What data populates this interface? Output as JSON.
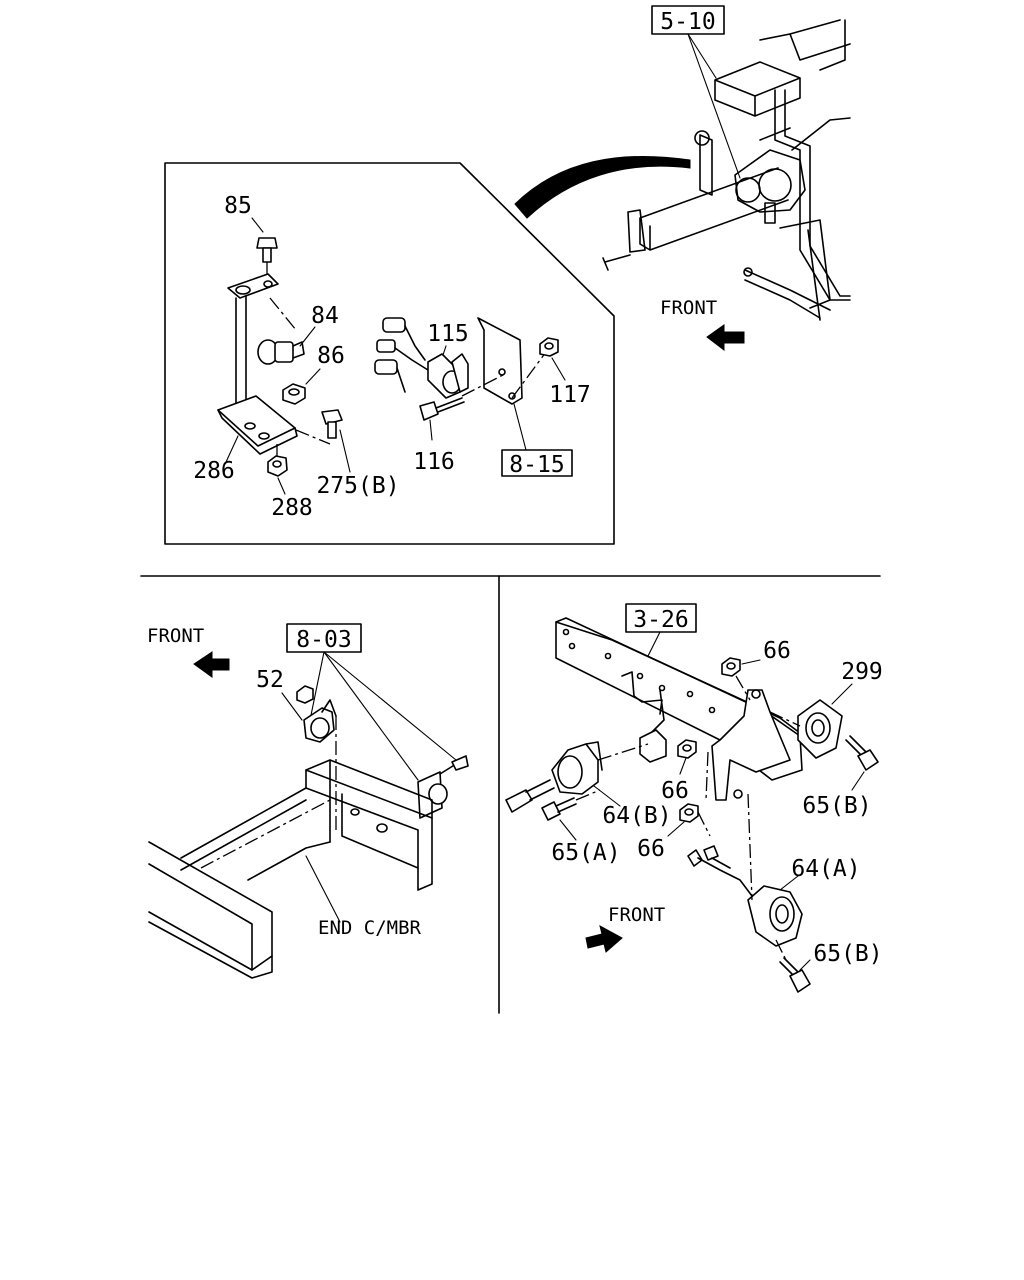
{
  "top_panel": {
    "ref_box": "5-10",
    "front_label": "FRONT",
    "detail_callouts": {
      "c85": "85",
      "c84": "84",
      "c86": "86",
      "c115": "115",
      "c117": "117",
      "c116": "116",
      "c286": "286",
      "c288": "288",
      "c275b": "275(B)",
      "ref_box_815": "8-15"
    }
  },
  "left_panel": {
    "front_label": "FRONT",
    "ref_box": "8-03",
    "callout_52": "52",
    "end_member_label": "END C/MBR"
  },
  "right_panel": {
    "ref_box": "3-26",
    "front_label": "FRONT",
    "callouts": {
      "c66_top": "66",
      "c299": "299",
      "c66_mid": "66",
      "c64b": "64(B)",
      "c65b_top": "65(B)",
      "c66_low": "66",
      "c65a": "65(A)",
      "c64a": "64(A)",
      "c65b_low": "65(B)"
    }
  }
}
